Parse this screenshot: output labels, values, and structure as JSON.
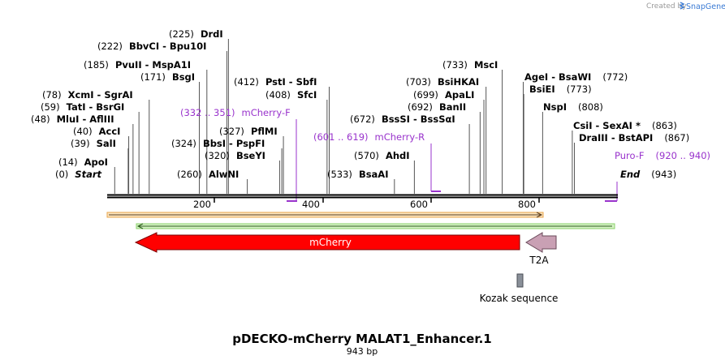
{
  "credit": {
    "text": "Created by",
    "brand": "SnapGene"
  },
  "title": "pDECKO-mCherry MALAT1_Enhancer.1",
  "length_label": "943 bp",
  "sequence_length": 943,
  "axis_ticks": [
    "200",
    "400",
    "600",
    "800"
  ],
  "sites": [
    {
      "pos": "(0)",
      "name": "Start",
      "italic": true,
      "at": 0
    },
    {
      "pos": "(14)",
      "name": "ApoI",
      "at": 14
    },
    {
      "pos": "(39)",
      "name": "SalI",
      "at": 39
    },
    {
      "pos": "(40)",
      "name": "AccI",
      "at": 40
    },
    {
      "pos": "(48)",
      "name": "MluI  - AflIII",
      "at": 48
    },
    {
      "pos": "(59)",
      "name": "TatI  - BsrGI",
      "at": 59
    },
    {
      "pos": "(78)",
      "name": "XcmI  - SgrAI",
      "at": 78
    },
    {
      "pos": "(171)",
      "name": "BsgI",
      "at": 171
    },
    {
      "pos": "(185)",
      "name": "PvuII  - MspA1I",
      "at": 185
    },
    {
      "pos": "(222)",
      "name": "BbvCI  - Bpu10I",
      "at": 222
    },
    {
      "pos": "(225)",
      "name": "DrdI",
      "at": 225
    },
    {
      "pos": "(260)",
      "name": "AlwNI",
      "at": 260
    },
    {
      "pos": "(320)",
      "name": "BseYI",
      "at": 320
    },
    {
      "pos": "(324)",
      "name": "BbsI  - PspFI",
      "at": 324
    },
    {
      "pos": "(327)",
      "name": "PflMI",
      "at": 327
    },
    {
      "pos": "(408)",
      "name": "SfcI",
      "at": 408
    },
    {
      "pos": "(412)",
      "name": "PstI  - SbfI",
      "at": 412
    },
    {
      "pos": "(533)",
      "name": "BsaAI",
      "at": 533
    },
    {
      "pos": "(570)",
      "name": "AhdI",
      "at": 570
    },
    {
      "pos": "(672)",
      "name": "BssSI  - BssSαI",
      "at": 672
    },
    {
      "pos": "(692)",
      "name": "BanII",
      "at": 692
    },
    {
      "pos": "(699)",
      "name": "ApaLI",
      "at": 699
    },
    {
      "pos": "(703)",
      "name": "BsiHKAI",
      "at": 703
    },
    {
      "pos": "(733)",
      "name": "MscI",
      "at": 733
    },
    {
      "pos": "(772)",
      "name": "AgeI  - BsaWI",
      "at": 772
    },
    {
      "pos": "(773)",
      "name": "BsiEI",
      "at": 773
    },
    {
      "pos": "(808)",
      "name": "NspI",
      "at": 808
    },
    {
      "pos": "(863)",
      "name": "CsiI  - SexAI *",
      "at": 863
    },
    {
      "pos": "(867)",
      "name": "DraIII  - BstAPI",
      "at": 867
    },
    {
      "pos": "(943)",
      "name": "End",
      "italic": true,
      "at": 943
    }
  ],
  "primers": [
    {
      "range": "(332 .. 351)",
      "name": "mCherry-F",
      "start": 332,
      "end": 351,
      "direction": "forward"
    },
    {
      "range": "(601 .. 619)",
      "name": "mCherry-R",
      "start": 601,
      "end": 619,
      "direction": "reverse"
    },
    {
      "range": "(920 .. 940)",
      "name": "Puro-F",
      "start": 920,
      "end": 940,
      "direction": "forward"
    }
  ],
  "features": [
    {
      "name": "mCherry",
      "color": "#ff0000",
      "direction": "reverse"
    },
    {
      "name": "T2A",
      "color": "#c9a0b4",
      "direction": "reverse"
    },
    {
      "name": "Kozak sequence",
      "color": "#8a9099"
    }
  ],
  "colors": {
    "backbone": "#000000",
    "primer": "#9933cc",
    "orange_bar": "#e8a44a",
    "green_bar": "#8ad26a",
    "snapgene_blue": "#3b7bd4"
  }
}
